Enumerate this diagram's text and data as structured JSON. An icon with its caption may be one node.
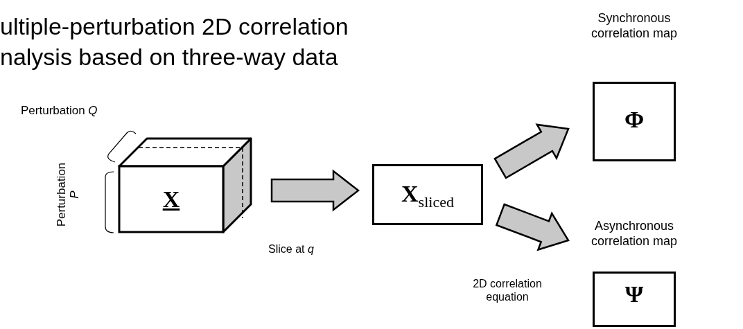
{
  "diagram": {
    "title": "ultiple-perturbation 2D correlation nalysis based on three-way data",
    "nodes": [
      {
        "text": [
          "X"
        ],
        "beside": [
          "Perturbation *Q*",
          "Perturbation *P*"
        ]
      },
      {
        "text": [
          "X$_{sliced}$"
        ]
      },
      {
        "text": [
          "Synchronous correlation map",
          "Φ"
        ]
      },
      {
        "text": [
          "Asynchronous correlation map",
          "Ψ"
        ]
      }
    ],
    "edges": [
      {
        "from": 0,
        "to": 1,
        "arrow": "to",
        "label": "Slice at *q*"
      },
      {
        "from": 1,
        "to": 2,
        "arrow": "to"
      },
      {
        "from": 1,
        "to": 3,
        "arrow": "to",
        "label": "2D correlation equation"
      }
    ]
  }
}
